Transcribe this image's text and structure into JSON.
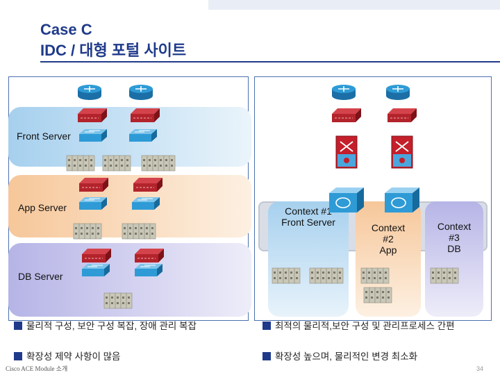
{
  "title": {
    "line1": "Case C",
    "line2": "IDC / 대형 포털 사이트"
  },
  "left_panel": {
    "zones": [
      {
        "label": "Front Server"
      },
      {
        "label": "App Server"
      },
      {
        "label": "DB Server"
      }
    ]
  },
  "right_panel": {
    "contexts": [
      {
        "label": "Context #1\nFront Server"
      },
      {
        "label": "Context\n#2\nApp"
      },
      {
        "label": "Context\n#3\nDB"
      }
    ]
  },
  "bullets": {
    "left": [
      "물리적 구성, 보안 구성 복잡, 장애 관리 복잡",
      "확장성 제약 사항이 많음"
    ],
    "right": [
      "최적의 물리적,보안 구성 및 관리프로세스 간편",
      "확장성 높으며, 물리적인 변경 최소화"
    ]
  },
  "footer": {
    "text": "Cisco ACE Module 소개",
    "page": "34"
  },
  "colors": {
    "accent": "#1f3a8a",
    "front": "#9fc9ea",
    "app": "#f6c89a",
    "db": "#b6b4e6",
    "router": "#2e9bd6",
    "firewall": "#b3232b"
  }
}
